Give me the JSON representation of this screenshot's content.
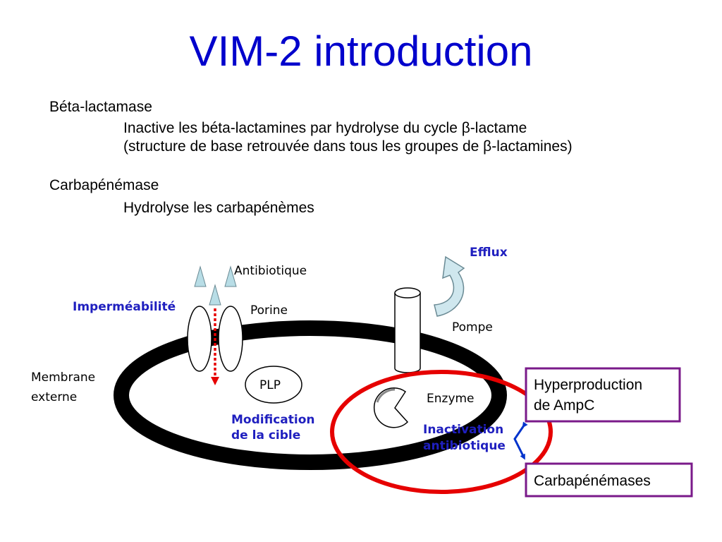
{
  "title": "VIM-2 introduction",
  "sections": [
    {
      "heading": "Béta-lactamase",
      "lines": [
        "Inactive les béta-lactamines par hydrolyse du cycle β-lactame",
        "(structure de base retrouvée dans tous les groupes de β-lactamines)"
      ]
    },
    {
      "heading": "Carbapénémase",
      "lines": [
        "Hydrolyse les carbapénèmes"
      ]
    }
  ],
  "diagram": {
    "labels": {
      "antibiotique": "Antibiotique",
      "efflux": "Efflux",
      "impermeabilite": "Imperméabilité",
      "porine": "Porine",
      "pompe": "Pompe",
      "membrane_1": "Membrane",
      "membrane_2": "externe",
      "plp": "PLP",
      "enzyme": "Enzyme",
      "modification_1": "Modification",
      "modification_2": "de la cible",
      "inactivation_1": "Inactivation",
      "inactivation_2": "antibiotique"
    },
    "boxes": {
      "hyper_1": "Hyperproduction",
      "hyper_2": "de AmpC",
      "carba": "Carbapénémases"
    },
    "colors": {
      "title": "#0000cc",
      "blue_label": "#1f1fbf",
      "membrane": "#000000",
      "red_ring": "#e60000",
      "box_border": "#7a1a8a",
      "arrow_blue": "#0033cc",
      "triangle": "#b8dde6",
      "efflux_arrow": "#cfe7ee"
    }
  }
}
